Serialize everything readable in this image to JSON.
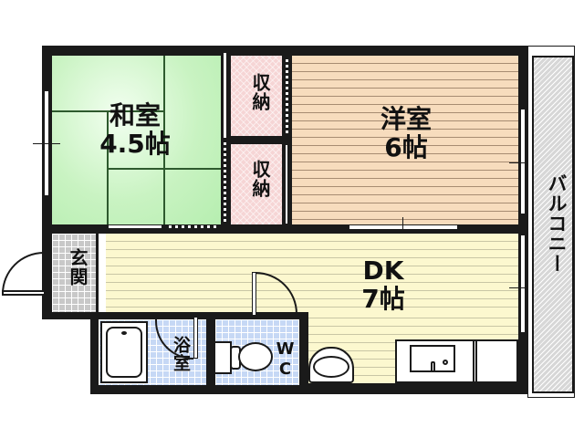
{
  "floorplan": {
    "rooms": {
      "washitsu": {
        "name": "和室",
        "size": "4.5帖"
      },
      "yoshitsu": {
        "name": "洋室",
        "size": "6帖"
      },
      "storage_top": {
        "name": "収納"
      },
      "storage_bottom": {
        "name": "収納"
      },
      "dk": {
        "name": "DK",
        "size": "7帖"
      },
      "genkan": {
        "name": "玄関"
      },
      "bath": {
        "name": "浴室"
      },
      "wc": {
        "name": "WC"
      },
      "balcony": {
        "name": "バルコニー"
      }
    },
    "colors": {
      "wall": "#1a1a1a",
      "washitsu": "#c9f3c2",
      "yoshitsu": "#f7dcbd",
      "dk": "#fcf8cf",
      "storage": "#f6d5d5",
      "genkan": "#c8c8c8",
      "wet_area": "#c6d8f5",
      "balcony": "#d7d7d7"
    }
  }
}
